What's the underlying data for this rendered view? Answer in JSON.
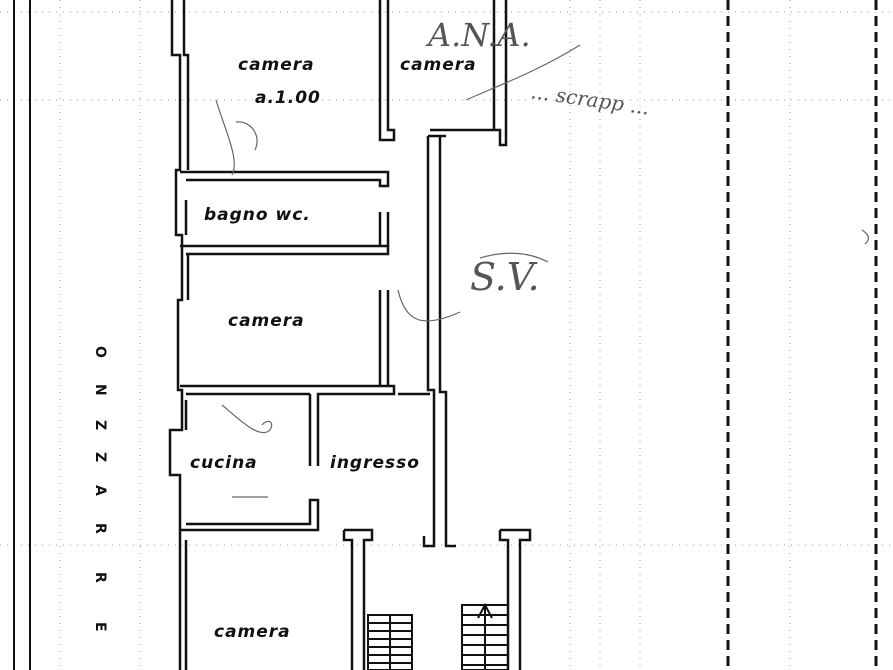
{
  "plan": {
    "rooms": {
      "camera_top_left": "camera",
      "camera_top_left_dim": "a.1.00",
      "camera_top_right": "camera",
      "bagno": "bagno wc.",
      "camera_mid": "camera",
      "cucina": "cucina",
      "ingresso": "ingresso",
      "camera_bottom": "camera"
    },
    "street_label_chars": [
      "O",
      "N",
      "Z",
      "Z",
      "A",
      "R",
      "R",
      "E"
    ],
    "handwriting": {
      "top_right": "A.N.A.",
      "top_right_2": "... scrapp ...",
      "middle": "S.V."
    }
  }
}
